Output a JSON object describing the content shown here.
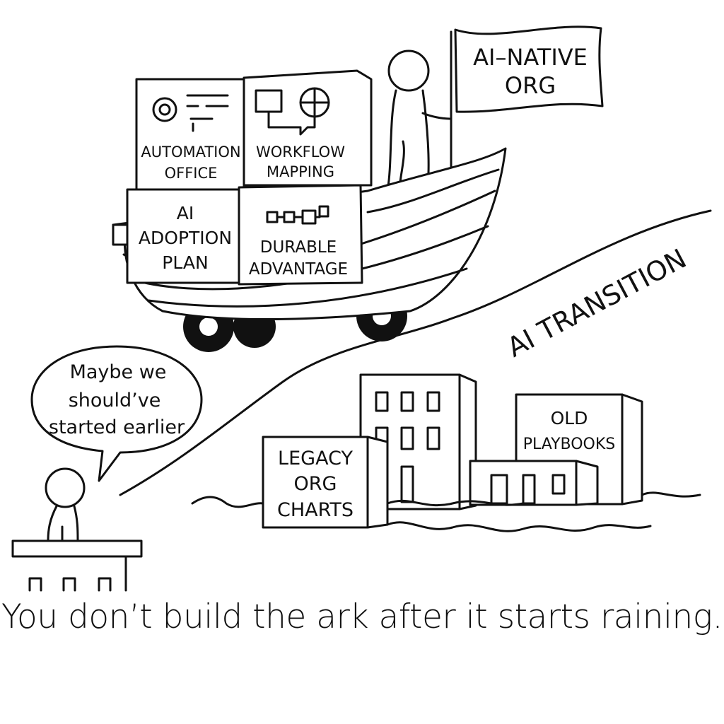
{
  "flag": {
    "line1": "AI–NATIVE",
    "line2": "ORG"
  },
  "boxes": {
    "automation": {
      "line1": "AUTOMATION",
      "line2": "OFFICE"
    },
    "workflow": {
      "line1": "WORKFLOW",
      "line2": "MAPPING"
    },
    "adoption": {
      "line1": "AI",
      "line2": "ADOPTION",
      "line3": "PLAN"
    },
    "durable": {
      "line1": "DURABLE",
      "line2": "ADVANTAGE"
    }
  },
  "road_label": "AI TRANSITION",
  "speech": {
    "line1": "Maybe we",
    "line2": "should’ve",
    "line3": "started earlier"
  },
  "buildings": {
    "legacy": {
      "line1": "LEGACY",
      "line2": "ORG",
      "line3": "CHARTS"
    },
    "old": {
      "line1": "OLD",
      "line2": "PLAYBOOKS"
    }
  },
  "caption": "You don’t build the ark after it starts raining."
}
